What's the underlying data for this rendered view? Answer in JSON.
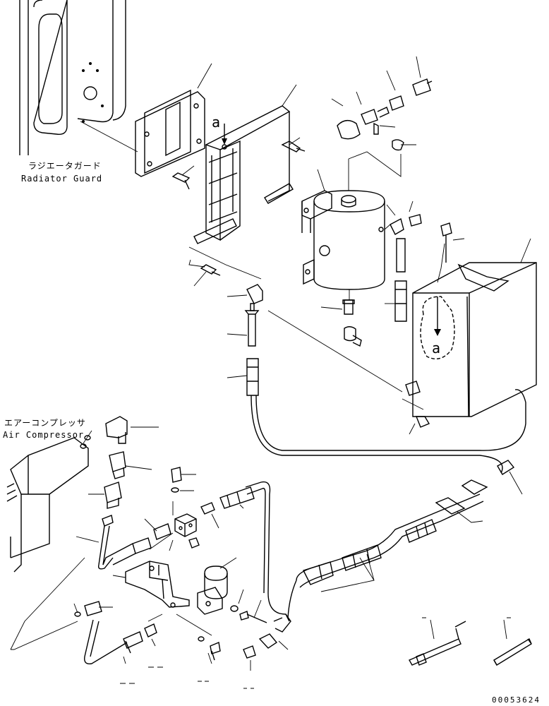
{
  "labels": {
    "radiator_guard_jp": "ラジエータガード",
    "radiator_guard_en": "Radiator Guard",
    "air_compressor_jp": "エアーコンプレッサ",
    "air_compressor_en": "Air Compressor",
    "view_marker": "a",
    "document_number": "00053624"
  },
  "icons": [
    "radiator-guard",
    "mounting-bracket",
    "air-tank",
    "tank-cover",
    "air-compressor",
    "air-hose",
    "tube-protector",
    "connector-block",
    "air-dryer",
    "bolt",
    "fitting",
    "clamp"
  ]
}
